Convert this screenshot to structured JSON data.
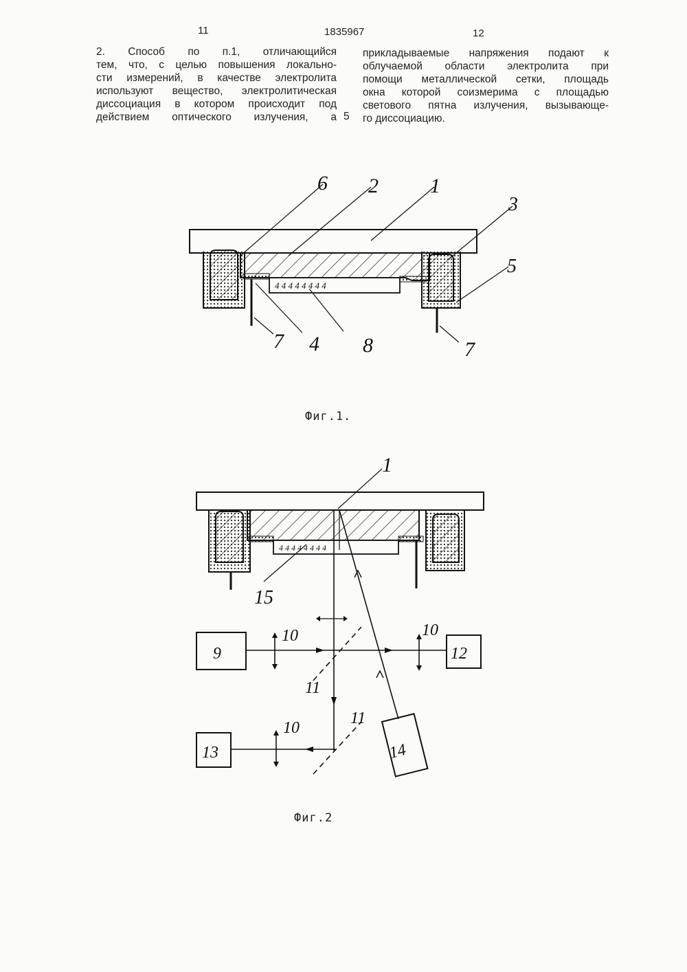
{
  "page": {
    "left_page_number": "11",
    "doc_number": "1835967",
    "right_page_number": "12"
  },
  "text": {
    "left_column": [
      "2.  Способ  по  п.1,  отличающийся",
      "тем, что, с целью повышения локально-",
      "сти измерений, в качестве электролита",
      "используют вещество, электролитическая",
      "диссоциация в котором происходит под",
      "действием   оптического   излучения,   а"
    ],
    "line_marker": "5",
    "right_column": [
      "прикладываемые напряжения подают к",
      "облучаемой  области  электролита  при",
      "помощи металлической сетки, площадь",
      "окна которой соизмерима с площадью",
      "светового пятна излучения, вызывающе-",
      "го диссоциацию."
    ]
  },
  "fig1": {
    "caption": "Фиг.1.",
    "labels": {
      "l1": "1",
      "l2": "2",
      "l3": "3",
      "l4": "4",
      "l5": "5",
      "l6": "6",
      "l7a": "7",
      "l7b": "7",
      "l8": "8"
    }
  },
  "fig2": {
    "caption": "Фиг.2",
    "labels": {
      "l1": "1",
      "l9": "9",
      "l10a": "10",
      "l10b": "10",
      "l10c": "10",
      "l11a": "11",
      "l11b": "11",
      "l12": "12",
      "l13": "13",
      "l14": "14",
      "l15": "15"
    }
  }
}
